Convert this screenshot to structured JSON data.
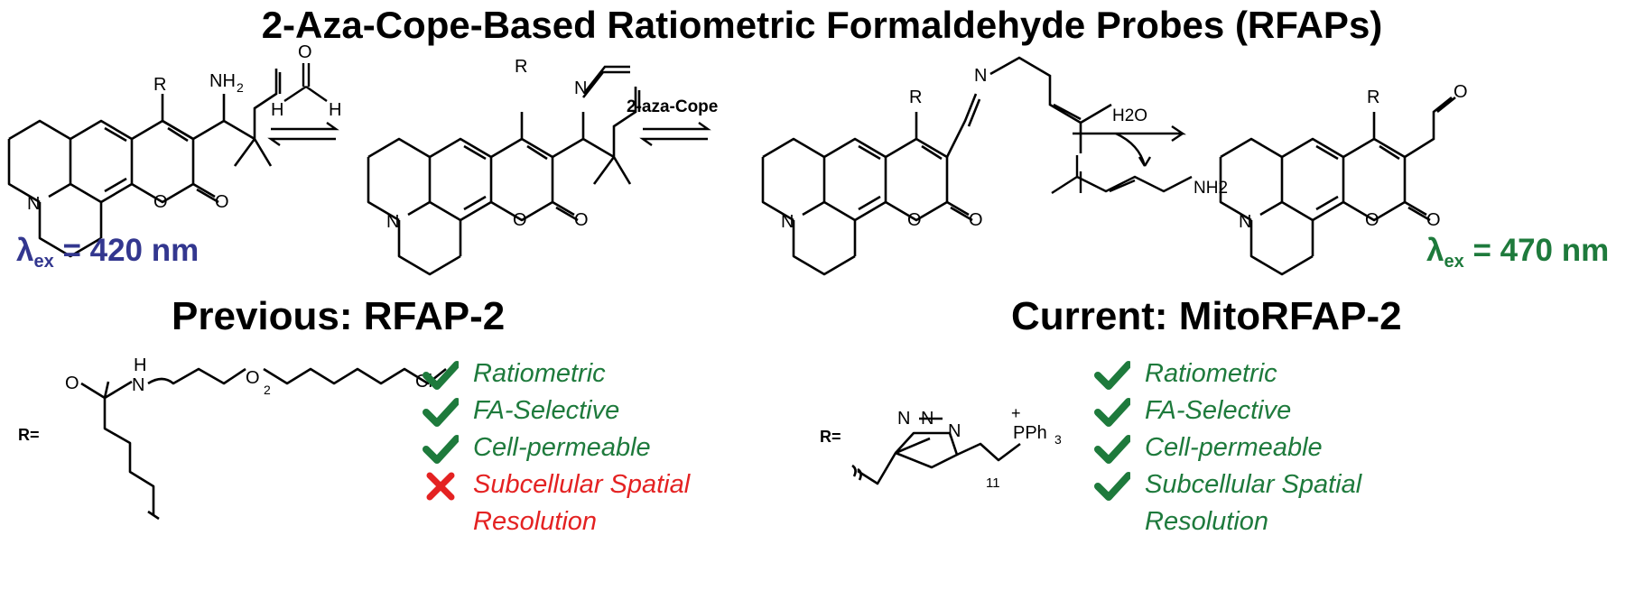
{
  "title": "2-Aza-Cope-Based Ratiometric Formaldehyde Probes (RFAPs)",
  "lambda_left": {
    "symbol": "λ",
    "sub": "ex",
    "value": "= 420 nm",
    "color": "#33378f"
  },
  "lambda_right": {
    "symbol": "λ",
    "sub": "ex",
    "value": "= 470 nm",
    "color": "#1e7a3c"
  },
  "reaction": {
    "step1_reagent_O": "O",
    "step1_reagent_H1": "H",
    "step1_reagent_H2": "H",
    "step2_label": "2-aza-Cope",
    "step3_reagent": "H2O",
    "byproduct_group": "NH2",
    "labels": {
      "R": "R",
      "N": "N",
      "O": "O",
      "NH2": "NH2"
    }
  },
  "previous": {
    "heading": "Previous: RFAP-2",
    "r_label": "R=",
    "struct_labels": {
      "O": "O",
      "H": "H",
      "N": "N",
      "O2": "O",
      "sub2": "2",
      "Cl": "Cl"
    },
    "features": [
      {
        "text": "Ratiometric",
        "status": "check"
      },
      {
        "text": "FA-Selective",
        "status": "check"
      },
      {
        "text": "Cell-permeable",
        "status": "check"
      },
      {
        "text": "Subcellular Spatial",
        "status": "cross"
      },
      {
        "text": "Resolution",
        "status": "none"
      }
    ]
  },
  "current": {
    "heading": "Current: MitoRFAP-2",
    "r_label": "R=",
    "struct_labels": {
      "N1": "N",
      "N2": "N",
      "N3": "N",
      "sub11": "11",
      "P": "PPh",
      "P3": "3",
      "plus": "+"
    },
    "features": [
      {
        "text": "Ratiometric",
        "status": "check"
      },
      {
        "text": "FA-Selective",
        "status": "check"
      },
      {
        "text": "Cell-permeable",
        "status": "check"
      },
      {
        "text": "Subcellular Spatial",
        "status": "check"
      },
      {
        "text": "Resolution",
        "status": "none"
      }
    ]
  },
  "colors": {
    "check": "#1e7a3c",
    "cross": "#e42222",
    "feature_green": "#1e7a3c",
    "feature_red": "#e42222"
  }
}
